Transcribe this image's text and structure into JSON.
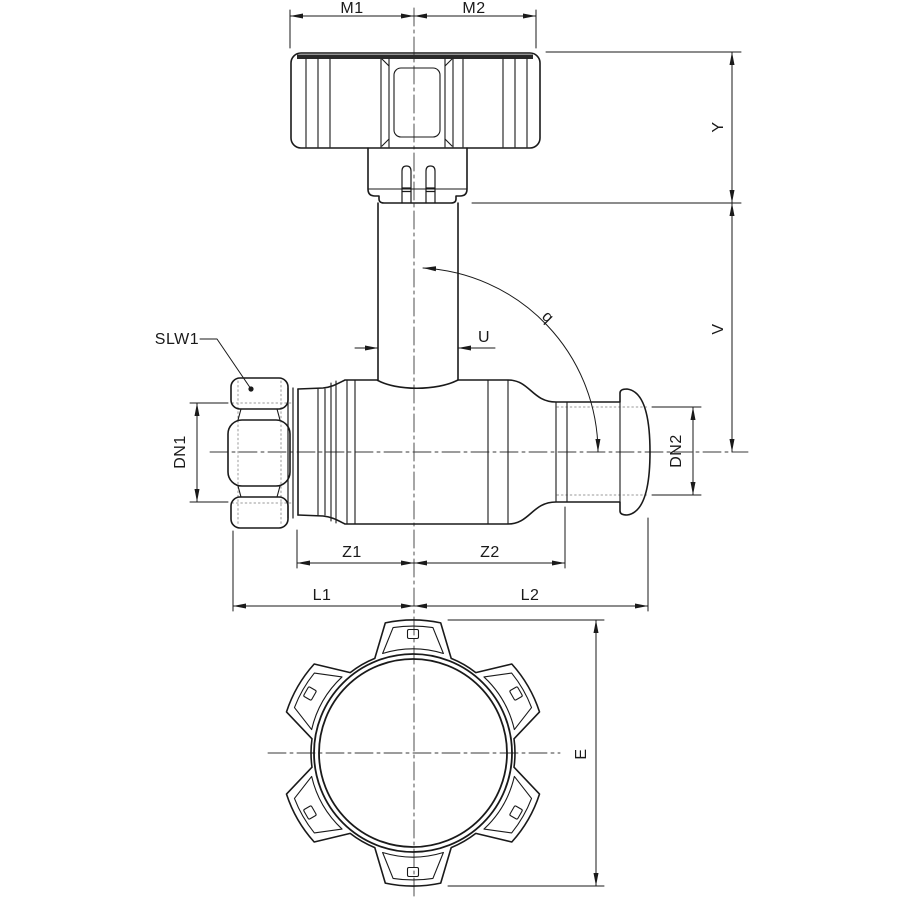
{
  "drawing": {
    "line_color": "#1a1a1a",
    "thin_color": "#1a1a1a",
    "hidden_line_color": "#9a9a9a",
    "centerline_color": "#3a3a3a",
    "text_color": "#1a1a1a",
    "background": "#ffffff",
    "dimension_labels": {
      "m1": "M1",
      "m2": "M2",
      "y": "Y",
      "v": "V",
      "u": "U",
      "angle": "q",
      "slw1": "SLW1",
      "dn1": "DN1",
      "dn2": "DN2",
      "z1": "Z1",
      "z2": "Z2",
      "l1": "L1",
      "l2": "L2",
      "e": "E"
    }
  }
}
